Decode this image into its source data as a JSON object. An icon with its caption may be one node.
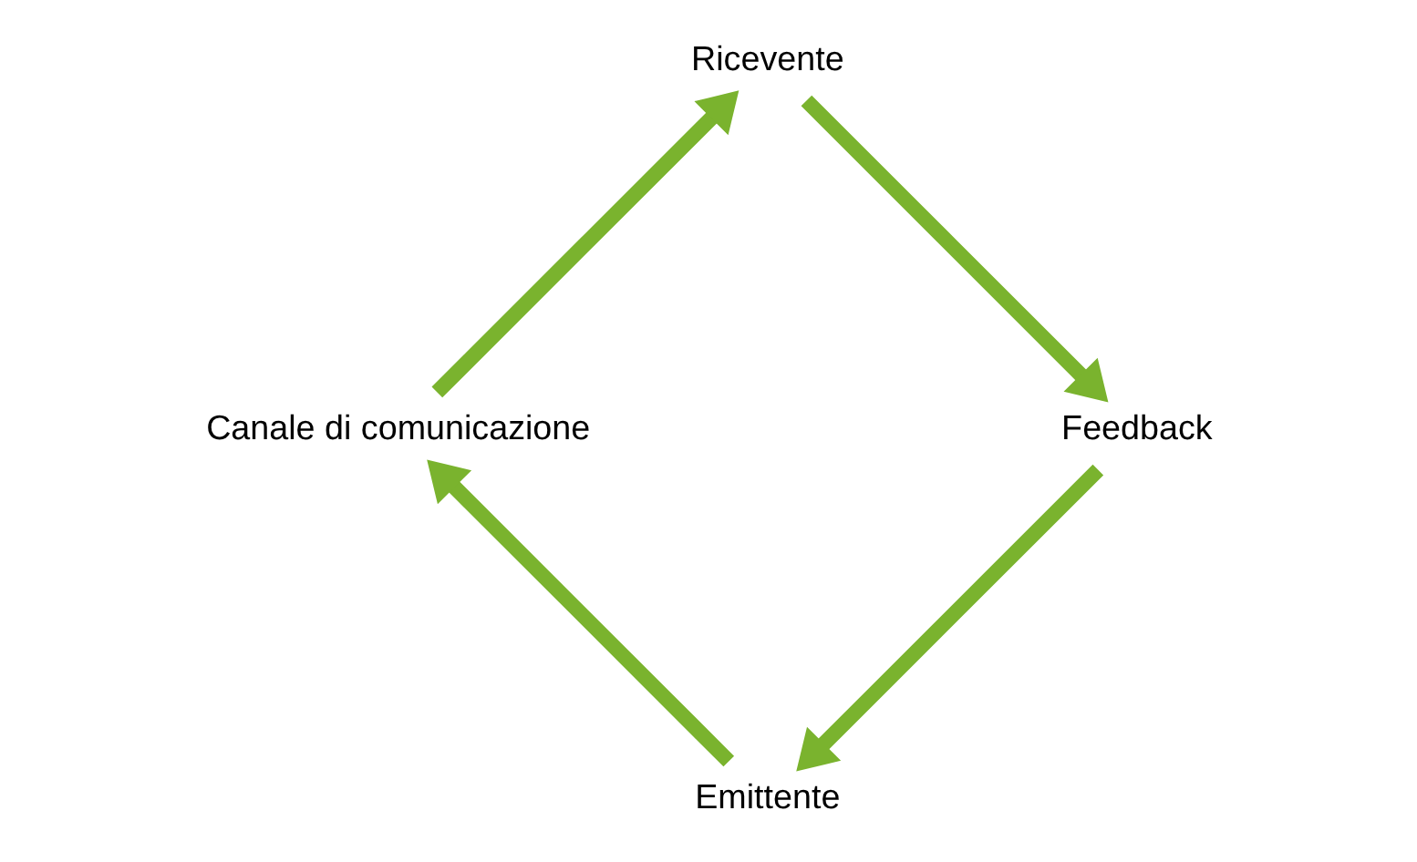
{
  "diagram": {
    "nodes": [
      {
        "text": [
          "Emittente"
        ]
      },
      {
        "text": [
          "Canale di comunicazione"
        ]
      },
      {
        "text": [
          "Ricevente"
        ]
      },
      {
        "text": [
          "Feedback"
        ]
      }
    ],
    "edges": [
      {
        "from": 0,
        "to": 1,
        "arrow": "to"
      },
      {
        "from": 1,
        "to": 2,
        "arrow": "to"
      },
      {
        "from": 2,
        "to": 3,
        "arrow": "to"
      },
      {
        "from": 3,
        "to": 0,
        "arrow": "to"
      }
    ]
  }
}
